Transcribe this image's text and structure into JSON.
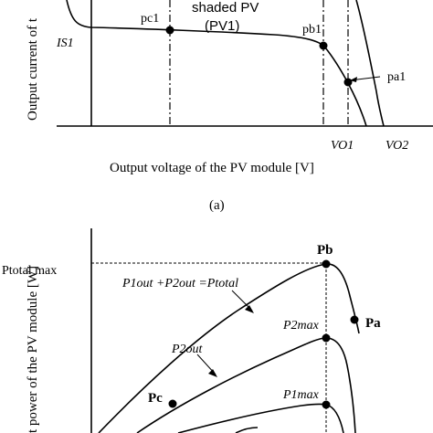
{
  "top_chart": {
    "y_axis_label": "Output current of t",
    "x_axis_label": "Output voltage of the PV module [V]",
    "caption": "(a)",
    "annotation_line1": "shaded PV",
    "annotation_line2": "(PV1)",
    "is1_label": "IS1",
    "vo1_label": "VO1",
    "vo2_label": "VO2",
    "points": [
      {
        "label": "pc1"
      },
      {
        "label": "pb1"
      },
      {
        "label": "pa1"
      }
    ]
  },
  "bottom_chart": {
    "y_axis_label": "t power of the PV module [W]",
    "ptotal_max_label": "Ptotal max",
    "eq_label": "P1out +P2out =Ptotal",
    "p2out_label": "P2out",
    "p2max_label": "P2max",
    "p1max_label": "P1max",
    "points": [
      {
        "label": "Pb"
      },
      {
        "label": "Pa"
      },
      {
        "label": "Pc"
      }
    ]
  },
  "chart_data": [
    {
      "type": "line",
      "xlabel": "Output voltage of the PV module [V]",
      "ylabel": "Output current of t",
      "x_ticks": [
        "VO1",
        "VO2"
      ],
      "y_ticks": [
        "IS1"
      ],
      "series": [
        {
          "name": "",
          "points": [
            [
              0.0,
              0.97
            ],
            [
              0.05,
              0.95
            ],
            [
              0.28,
              0.93
            ],
            [
              0.52,
              0.91
            ],
            [
              0.68,
              0.88
            ],
            [
              0.76,
              0.76
            ],
            [
              0.82,
              0.56
            ],
            [
              0.86,
              0.4
            ],
            [
              0.9,
              0.15
            ],
            [
              0.92,
              0.0
            ]
          ]
        },
        {
          "name": "",
          "points": [
            [
              0.76,
              1.2
            ],
            [
              0.82,
              1.0
            ],
            [
              0.88,
              0.6
            ],
            [
              0.92,
              0.3
            ],
            [
              0.96,
              0.0
            ]
          ]
        }
      ],
      "marked_points": [
        {
          "label": "pc1",
          "x": 0.28,
          "y": 0.93
        },
        {
          "label": "pb1",
          "x": 0.68,
          "y": 0.88
        },
        {
          "label": "pa1",
          "x": 0.76,
          "y": 0.76
        }
      ]
    },
    {
      "type": "line",
      "ylabel": "t power of the PV module [W]",
      "y_ticks": [
        "Ptotal max"
      ],
      "series": [
        {
          "name": "P1out +P2out =Ptotal",
          "points": [
            [
              0.0,
              0.0
            ],
            [
              0.15,
              0.2
            ],
            [
              0.3,
              0.45
            ],
            [
              0.45,
              0.7
            ],
            [
              0.58,
              0.92
            ],
            [
              0.64,
              1.0
            ],
            [
              0.7,
              0.98
            ],
            [
              0.74,
              0.8
            ],
            [
              0.78,
              0.5
            ]
          ]
        },
        {
          "name": "P2out",
          "points": [
            [
              0.0,
              0.0
            ],
            [
              0.3,
              0.3
            ],
            [
              0.5,
              0.55
            ],
            [
              0.64,
              0.68
            ],
            [
              0.7,
              0.66
            ],
            [
              0.76,
              0.3
            ]
          ]
        },
        {
          "name": "",
          "points": [
            [
              0.0,
              0.0
            ],
            [
              0.3,
              0.12
            ],
            [
              0.5,
              0.24
            ],
            [
              0.64,
              0.3
            ],
            [
              0.7,
              0.28
            ],
            [
              0.75,
              0.1
            ]
          ]
        }
      ],
      "marked_points": [
        {
          "label": "Pb",
          "x": 0.64,
          "y": 1.0
        },
        {
          "label": "Pa",
          "x": 0.74,
          "y": 0.8
        },
        {
          "label": "Pc",
          "x": 0.3,
          "y": 0.45
        }
      ]
    }
  ]
}
